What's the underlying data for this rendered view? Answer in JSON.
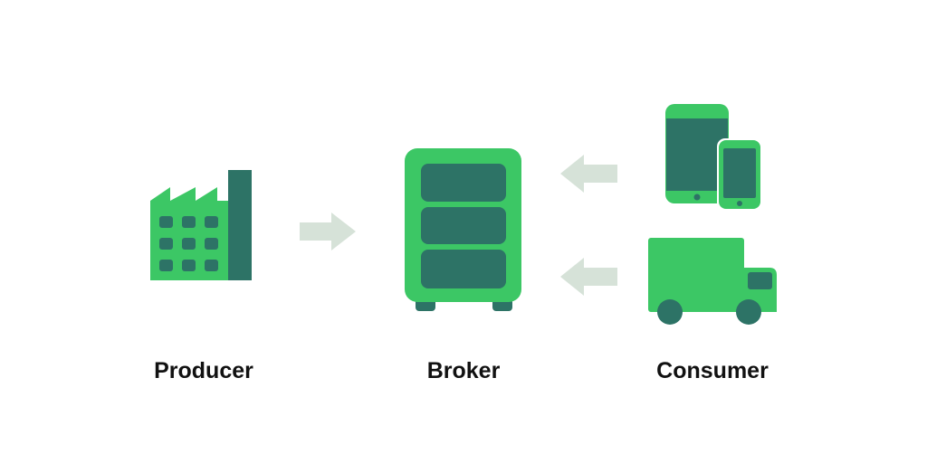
{
  "labels": {
    "producer": "Producer",
    "broker": "Broker",
    "consumer": "Consumer"
  },
  "icons": {
    "producer": "factory-icon",
    "broker": "server-cabinet-icon",
    "consumer_device": "tablet-phone-icon",
    "consumer_vehicle": "delivery-truck-icon",
    "flow_arrows": "arrow-icon"
  },
  "colors": {
    "primary_green": "#3cc765",
    "dark_green": "#2d7366",
    "arrow_gray": "#d6e2d8",
    "label_text": "#111111",
    "background": "#ffffff"
  }
}
